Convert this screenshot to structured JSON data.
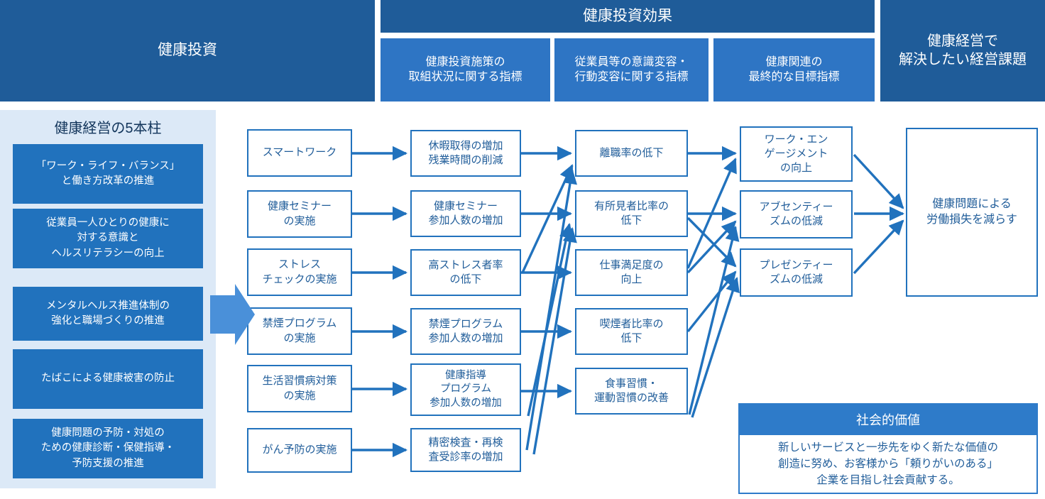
{
  "header": {
    "investment": "健康投資",
    "effect_group": "健康投資効果",
    "effect_columns": [
      "健康投資施策の\n取組状況に関する指標",
      "従業員等の意識変容・\n行動変容に関する指標",
      "健康関連の\n最終的な目標指標"
    ],
    "goal": "健康経営で\n解決したい経営課題"
  },
  "sidebar": {
    "title": "健康経営の5本柱",
    "pillars": [
      "「ワーク・ライフ・バランス」\nと働き方改革の推進",
      "従業員一人ひとりの健康に\n対する意識と\nヘルスリテラシーの向上",
      "メンタルヘルス推進体制の\n強化と職場づくりの推進",
      "たばこによる健康被害の防止",
      "健康問題の予防・対処の\nための健康診断・保健指導・\n予防支援の推進"
    ]
  },
  "columns": {
    "measures": [
      "スマートワーク",
      "健康セミナー\nの実施",
      "ストレス\nチェックの実施",
      "禁煙プログラム\nの実施",
      "生活習慣病対策\nの実施",
      "がん予防の実施"
    ],
    "activity_indicators": [
      "休暇取得の増加\n残業時間の削減",
      "健康セミナー\n参加人数の増加",
      "高ストレス者率\nの低下",
      "禁煙プログラム\n参加人数の増加",
      "健康指導\nプログラム\n参加人数の増加",
      "精密検査・再検\n査受診率の増加"
    ],
    "behavior_indicators": [
      "離職率の低下",
      "有所見者比率の\n低下",
      "仕事満足度の\n向上",
      "喫煙者比率の\n低下",
      "食事習慣・\n運動習慣の改善"
    ],
    "health_goals": [
      "ワーク・エン\nゲージメント\nの向上",
      "アブセンティー\nズムの低減",
      "プレゼンティー\nズムの低減"
    ],
    "management_goal": "健康問題による\n労働損失を減らす"
  },
  "social_value": {
    "title": "社会的価値",
    "body": "新しいサービスと一歩先をゆく新たな価値の\n創造に努め、お客様から「頼りがいのある」\n企業を目指し社会貢献する。"
  },
  "colors": {
    "header_dark": "#1F5C99",
    "header_sub": "#2E75C4",
    "sidebar_bg": "#DCE9F7",
    "pillar_bg": "#2172BD",
    "node_border": "#2172BD",
    "node_text": "#1F5C99",
    "arrow": "#2172BD"
  }
}
